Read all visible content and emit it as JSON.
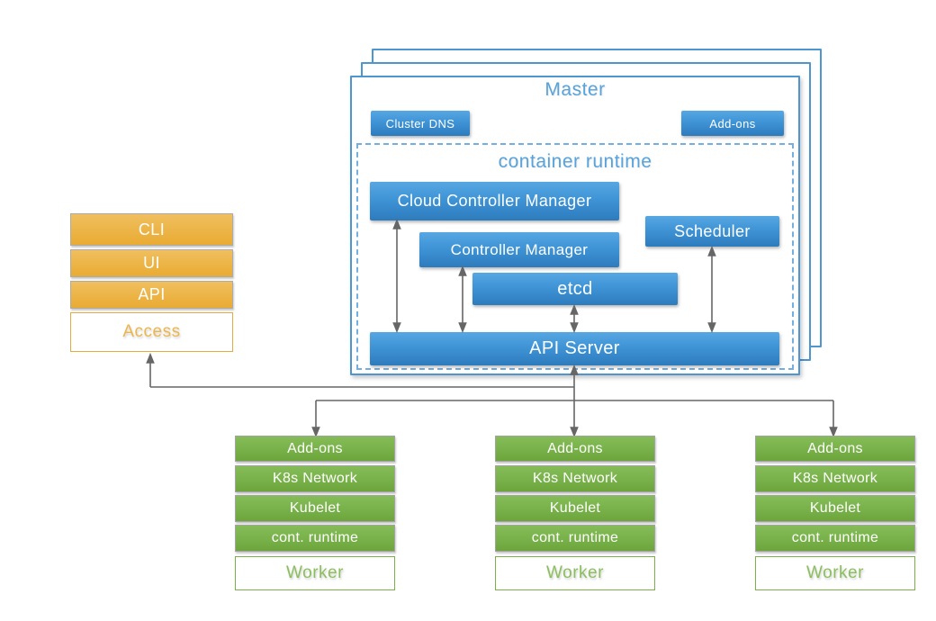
{
  "colors": {
    "blue_gradient_top": "#57a7e2",
    "blue_gradient_bottom": "#2d7bbd",
    "master_border_blue": "#4d96d0",
    "dashed_border_blue": "#74afe0",
    "heading_text_blue": "#58a3db",
    "orange_gradient_top": "#f0bf60",
    "orange_gradient_bottom": "#e9ab33",
    "access_text_orange": "#ecb54d",
    "green_gradient_top": "#85bc58",
    "green_gradient_bottom": "#6da53c",
    "worker_text_green": "#8cbe5f",
    "arrow_gray": "#666666"
  },
  "master": {
    "title": "Master",
    "cluster_dns_label": "Cluster DNS",
    "addons_label": "Add-ons",
    "container_runtime": {
      "title": "container runtime",
      "cloud_controller_manager": "Cloud Controller Manager",
      "controller_manager": "Controller Manager",
      "scheduler": "Scheduler",
      "etcd": "etcd",
      "api_server": "API Server"
    }
  },
  "access_stack": {
    "items": [
      "CLI",
      "UI",
      "API"
    ],
    "label": "Access"
  },
  "workers": [
    {
      "items": [
        "Add-ons",
        "K8s Network",
        "Kubelet",
        "cont. runtime"
      ],
      "label": "Worker"
    },
    {
      "items": [
        "Add-ons",
        "K8s Network",
        "Kubelet",
        "cont. runtime"
      ],
      "label": "Worker"
    },
    {
      "items": [
        "Add-ons",
        "K8s Network",
        "Kubelet",
        "cont. runtime"
      ],
      "label": "Worker"
    }
  ]
}
